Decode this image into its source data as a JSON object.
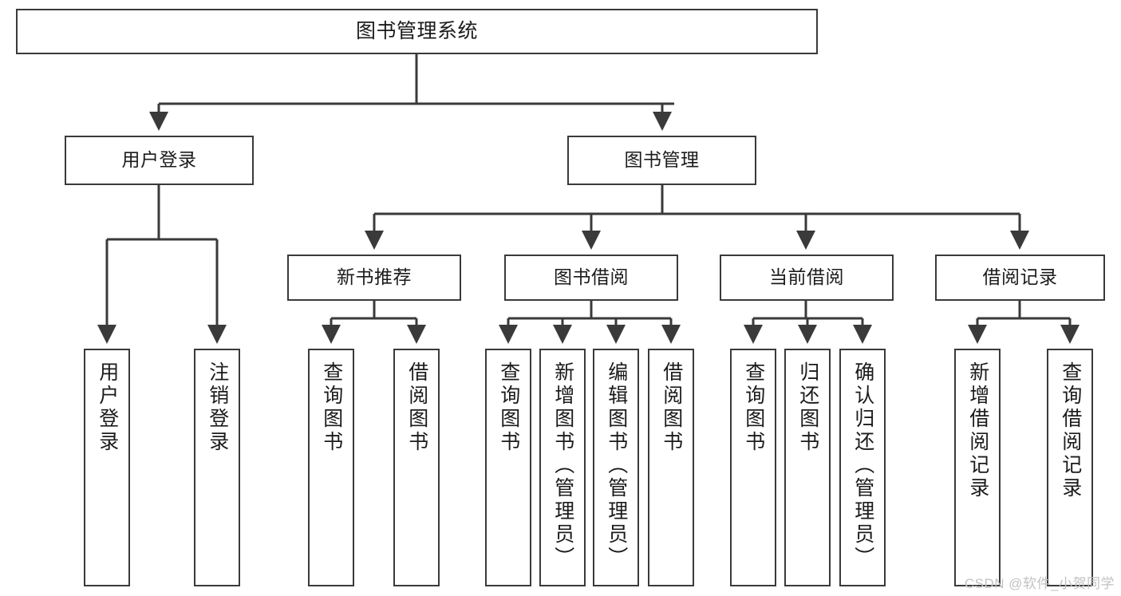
{
  "diagram": {
    "title": "图书管理系统",
    "watermark": "CSDN @软件_小贺同学",
    "line_color": "#3a3a3a",
    "box_border_color": "#3a3a3a",
    "box_fill_color": "#ffffff",
    "text_color": "#1b1b1b",
    "nodes": {
      "root": {
        "label": "图书管理系统"
      },
      "level2": [
        {
          "label": "用户登录"
        },
        {
          "label": "图书管理"
        }
      ],
      "level3": [
        {
          "label": "新书推荐"
        },
        {
          "label": "图书借阅"
        },
        {
          "label": "当前借阅"
        },
        {
          "label": "借阅记录"
        }
      ],
      "leaves_user_login": [
        {
          "label": "用户登录"
        },
        {
          "label": "注销登录"
        }
      ],
      "leaves_new_book": [
        {
          "label": "查询图书"
        },
        {
          "label": "借阅图书"
        }
      ],
      "leaves_borrow": [
        {
          "label": "查询图书"
        },
        {
          "label": "新增图书（管理员）"
        },
        {
          "label": "编辑图书（管理员）"
        },
        {
          "label": "借阅图书"
        }
      ],
      "leaves_current": [
        {
          "label": "查询图书"
        },
        {
          "label": "归还图书"
        },
        {
          "label": "确认归还（管理员）"
        }
      ],
      "leaves_records": [
        {
          "label": "新增借阅记录"
        },
        {
          "label": "查询借阅记录"
        }
      ]
    }
  }
}
